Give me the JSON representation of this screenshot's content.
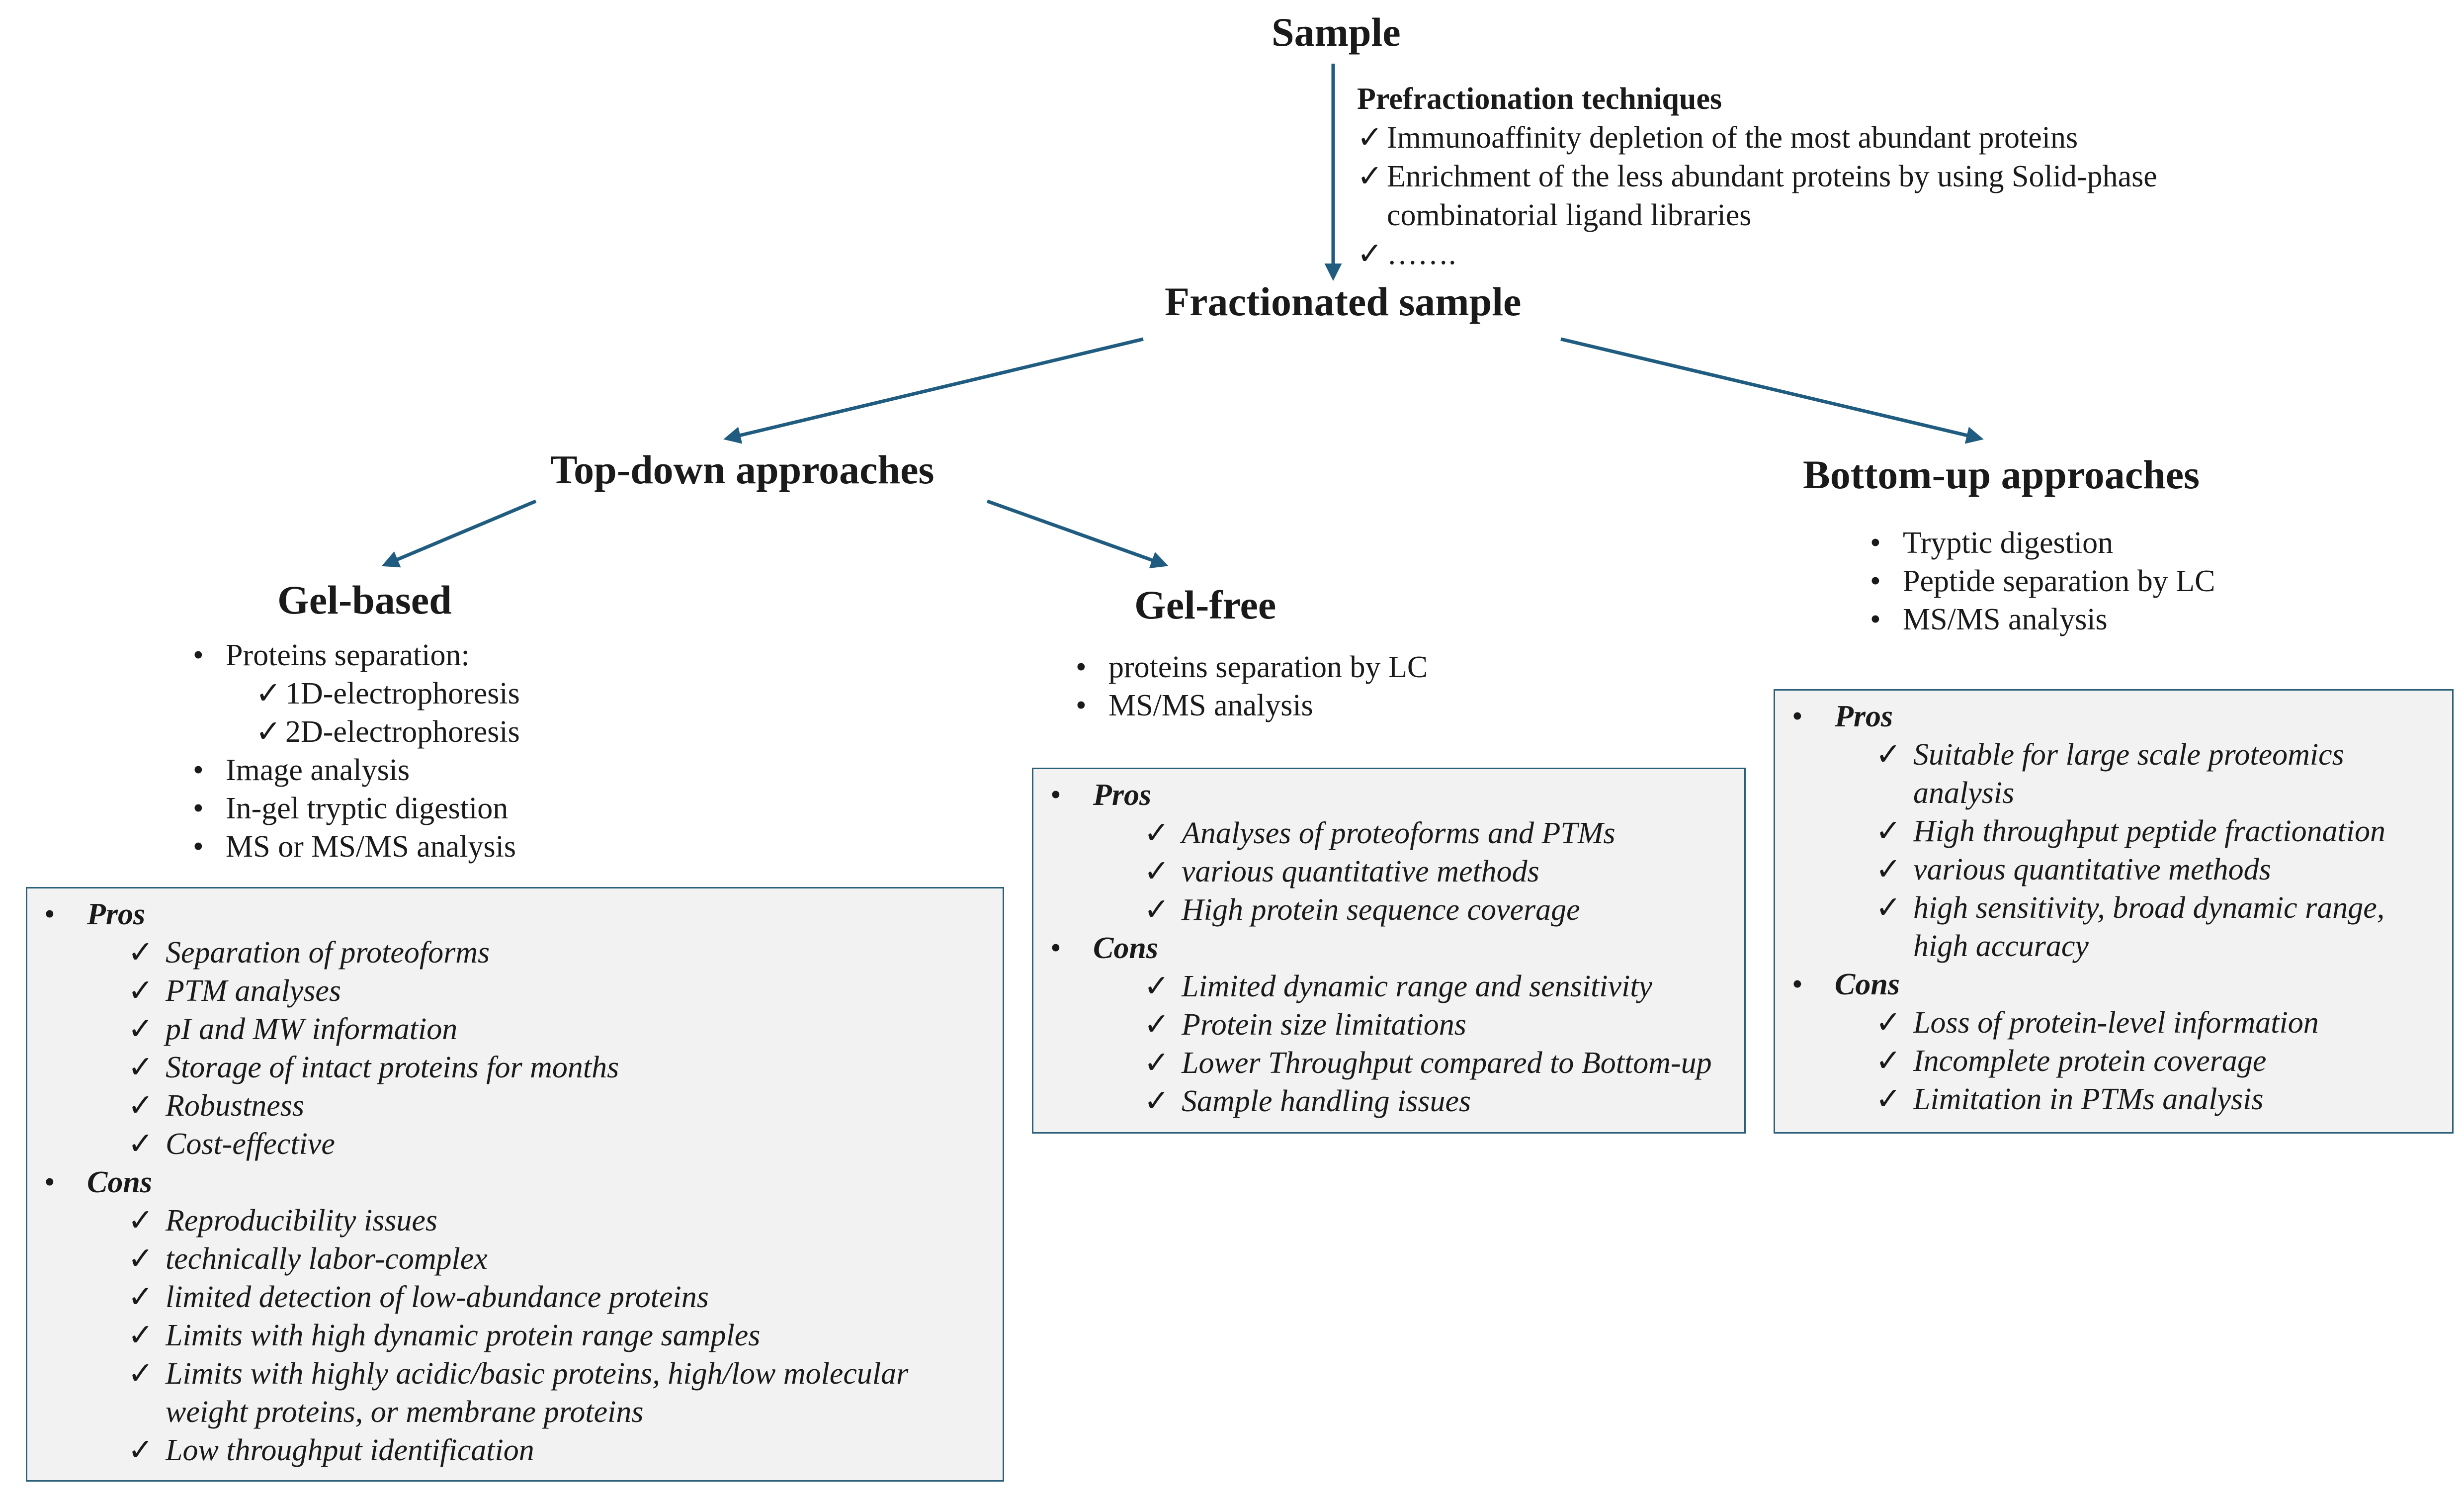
{
  "nodes": {
    "sample": "Sample",
    "fractionated": "Fractionated sample",
    "top_down": "Top-down approaches",
    "bottom_up": "Bottom-up approaches",
    "gel_based": "Gel-based",
    "gel_free": "Gel-free"
  },
  "prefractionation": {
    "heading": "Prefractionation techniques",
    "items": [
      "Immunoaffinity depletion of the most abundant proteins",
      "Enrichment of the less abundant proteins by using Solid-phase combinatorial ligand libraries",
      "……."
    ]
  },
  "gel_based": {
    "steps": {
      "separation": "Proteins separation:",
      "sub": [
        "1D-electrophoresis",
        "2D-electrophoresis"
      ],
      "rest": [
        "Image analysis",
        "In-gel tryptic digestion",
        "MS or MS/MS analysis"
      ]
    },
    "pros_label": "Pros",
    "pros": [
      "Separation of proteoforms",
      "PTM analyses",
      "pI and MW information",
      "Storage of intact proteins for months",
      "Robustness",
      "Cost-effective"
    ],
    "cons_label": "Cons",
    "cons": [
      "Reproducibility issues",
      "technically labor-complex",
      "limited detection of low-abundance proteins",
      "Limits with high dynamic protein range samples",
      "Limits with highly acidic/basic proteins, high/low molecular weight proteins, or membrane proteins",
      "Low throughput identification"
    ]
  },
  "gel_free": {
    "steps": [
      "proteins separation by LC",
      "MS/MS analysis"
    ],
    "pros_label": "Pros",
    "pros": [
      "Analyses of proteoforms and PTMs",
      "various quantitative methods",
      "High protein sequence coverage"
    ],
    "cons_label": "Cons",
    "cons": [
      "Limited dynamic range and sensitivity",
      "Protein size limitations",
      "Lower Throughput compared to Bottom-up",
      "Sample handling issues"
    ]
  },
  "bottom_up": {
    "steps": [
      "Tryptic digestion",
      "Peptide separation by LC",
      "MS/MS analysis"
    ],
    "pros_label": "Pros",
    "pros": [
      "Suitable for large scale proteomics analysis",
      "High throughput peptide fractionation",
      "various quantitative methods",
      "high sensitivity, broad dynamic range, high accuracy"
    ],
    "cons_label": "Cons",
    "cons": [
      "Loss of protein-level information",
      "Incomplete protein coverage",
      "Limitation in PTMs analysis"
    ]
  },
  "colors": {
    "arrow": "#1f5c7f",
    "box_border": "#2c5f7a",
    "box_fill": "#f2f2f2"
  },
  "icons": {
    "check": "check-icon",
    "bullet": "bullet-icon"
  }
}
